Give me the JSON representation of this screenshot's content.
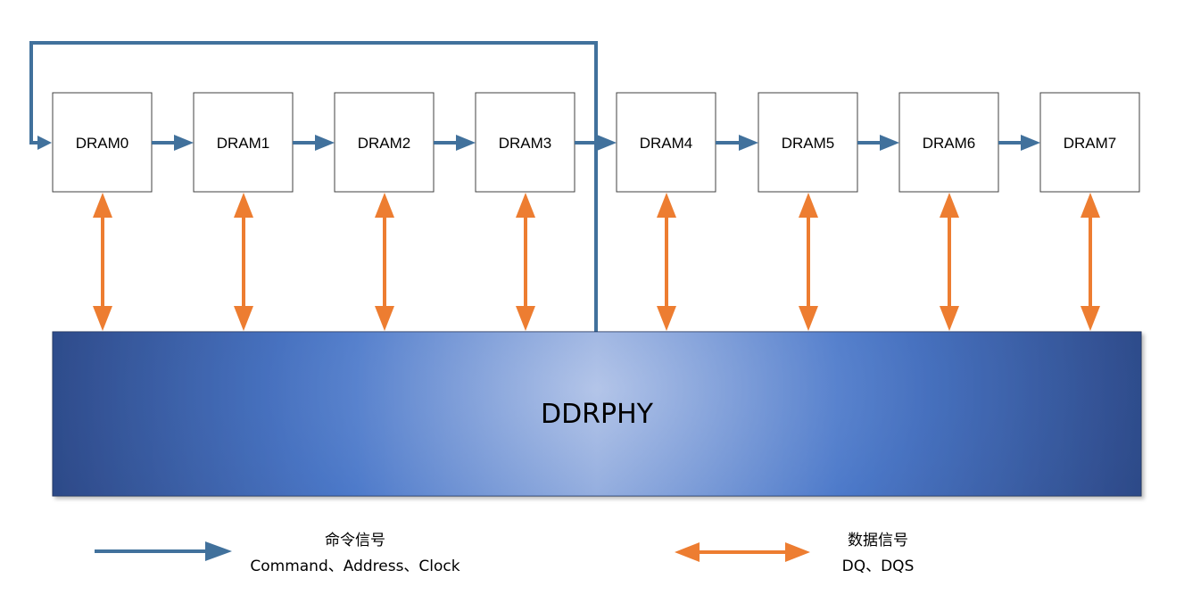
{
  "drams": [
    "DRAM0",
    "DRAM1",
    "DRAM2",
    "DRAM3",
    "DRAM4",
    "DRAM5",
    "DRAM6",
    "DRAM7"
  ],
  "phy": {
    "label": "DDRPHY"
  },
  "legend": {
    "command": {
      "title": "命令信号",
      "subtitle": "Command、Address、Clock"
    },
    "data": {
      "title": "数据信号",
      "subtitle": "DQ、DQS"
    }
  },
  "colors": {
    "command_line": "#41719C",
    "data_line": "#ED7D31",
    "phy_dark": "#2E4A88",
    "phy_mid": "#4A78C8",
    "phy_light": "#B4C6E9",
    "box_border": "#404040"
  },
  "connections": {
    "command_chain": "DRAM0 → DRAM1 → DRAM2 → DRAM3 → DRAM4 → DRAM5 → DRAM6 → DRAM7",
    "data_links": "DDRPHY ↔ DRAM0..DRAM7"
  }
}
